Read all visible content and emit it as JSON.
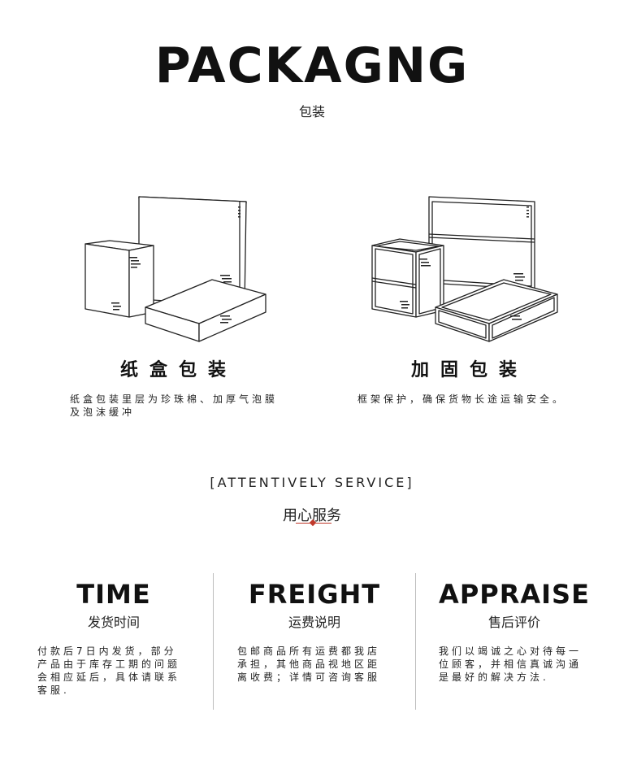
{
  "header": {
    "title": "PACKAGNG",
    "subtitle": "包装"
  },
  "packaging": [
    {
      "icon": "carton-boxes-illustration",
      "title": "纸盒包装",
      "desc_lines": [
        "纸盒包装里层为珍珠棉、加厚气泡膜",
        "及泡沫缓冲"
      ]
    },
    {
      "icon": "reinforced-boxes-illustration",
      "title": "加固包装",
      "desc_lines": [
        "框架保护，确保货物长途运输安全。"
      ]
    }
  ],
  "service": {
    "en": "[ATTENTIVELY SERVICE]",
    "zh": "用心服务",
    "accent_color": "#c0392b",
    "columns": [
      {
        "title": "TIME",
        "sub": "发货时间",
        "desc_lines": [
          "付款后7日内发货，部分",
          "产品由于库存工期的问题",
          "会相应延后，具体请联系",
          "客服."
        ]
      },
      {
        "title": "FREIGHT",
        "sub": "运费说明",
        "desc_lines": [
          "包邮商品所有运费都我店",
          "承担，其他商品视地区距",
          "离收费；详情可咨询客服"
        ]
      },
      {
        "title": "APPRAISE",
        "sub": "售后评价",
        "desc_lines": [
          "我们以竭诚之心对待每一",
          "位顾客，并相信真诚沟通",
          "是最好的解决方法."
        ]
      }
    ]
  }
}
